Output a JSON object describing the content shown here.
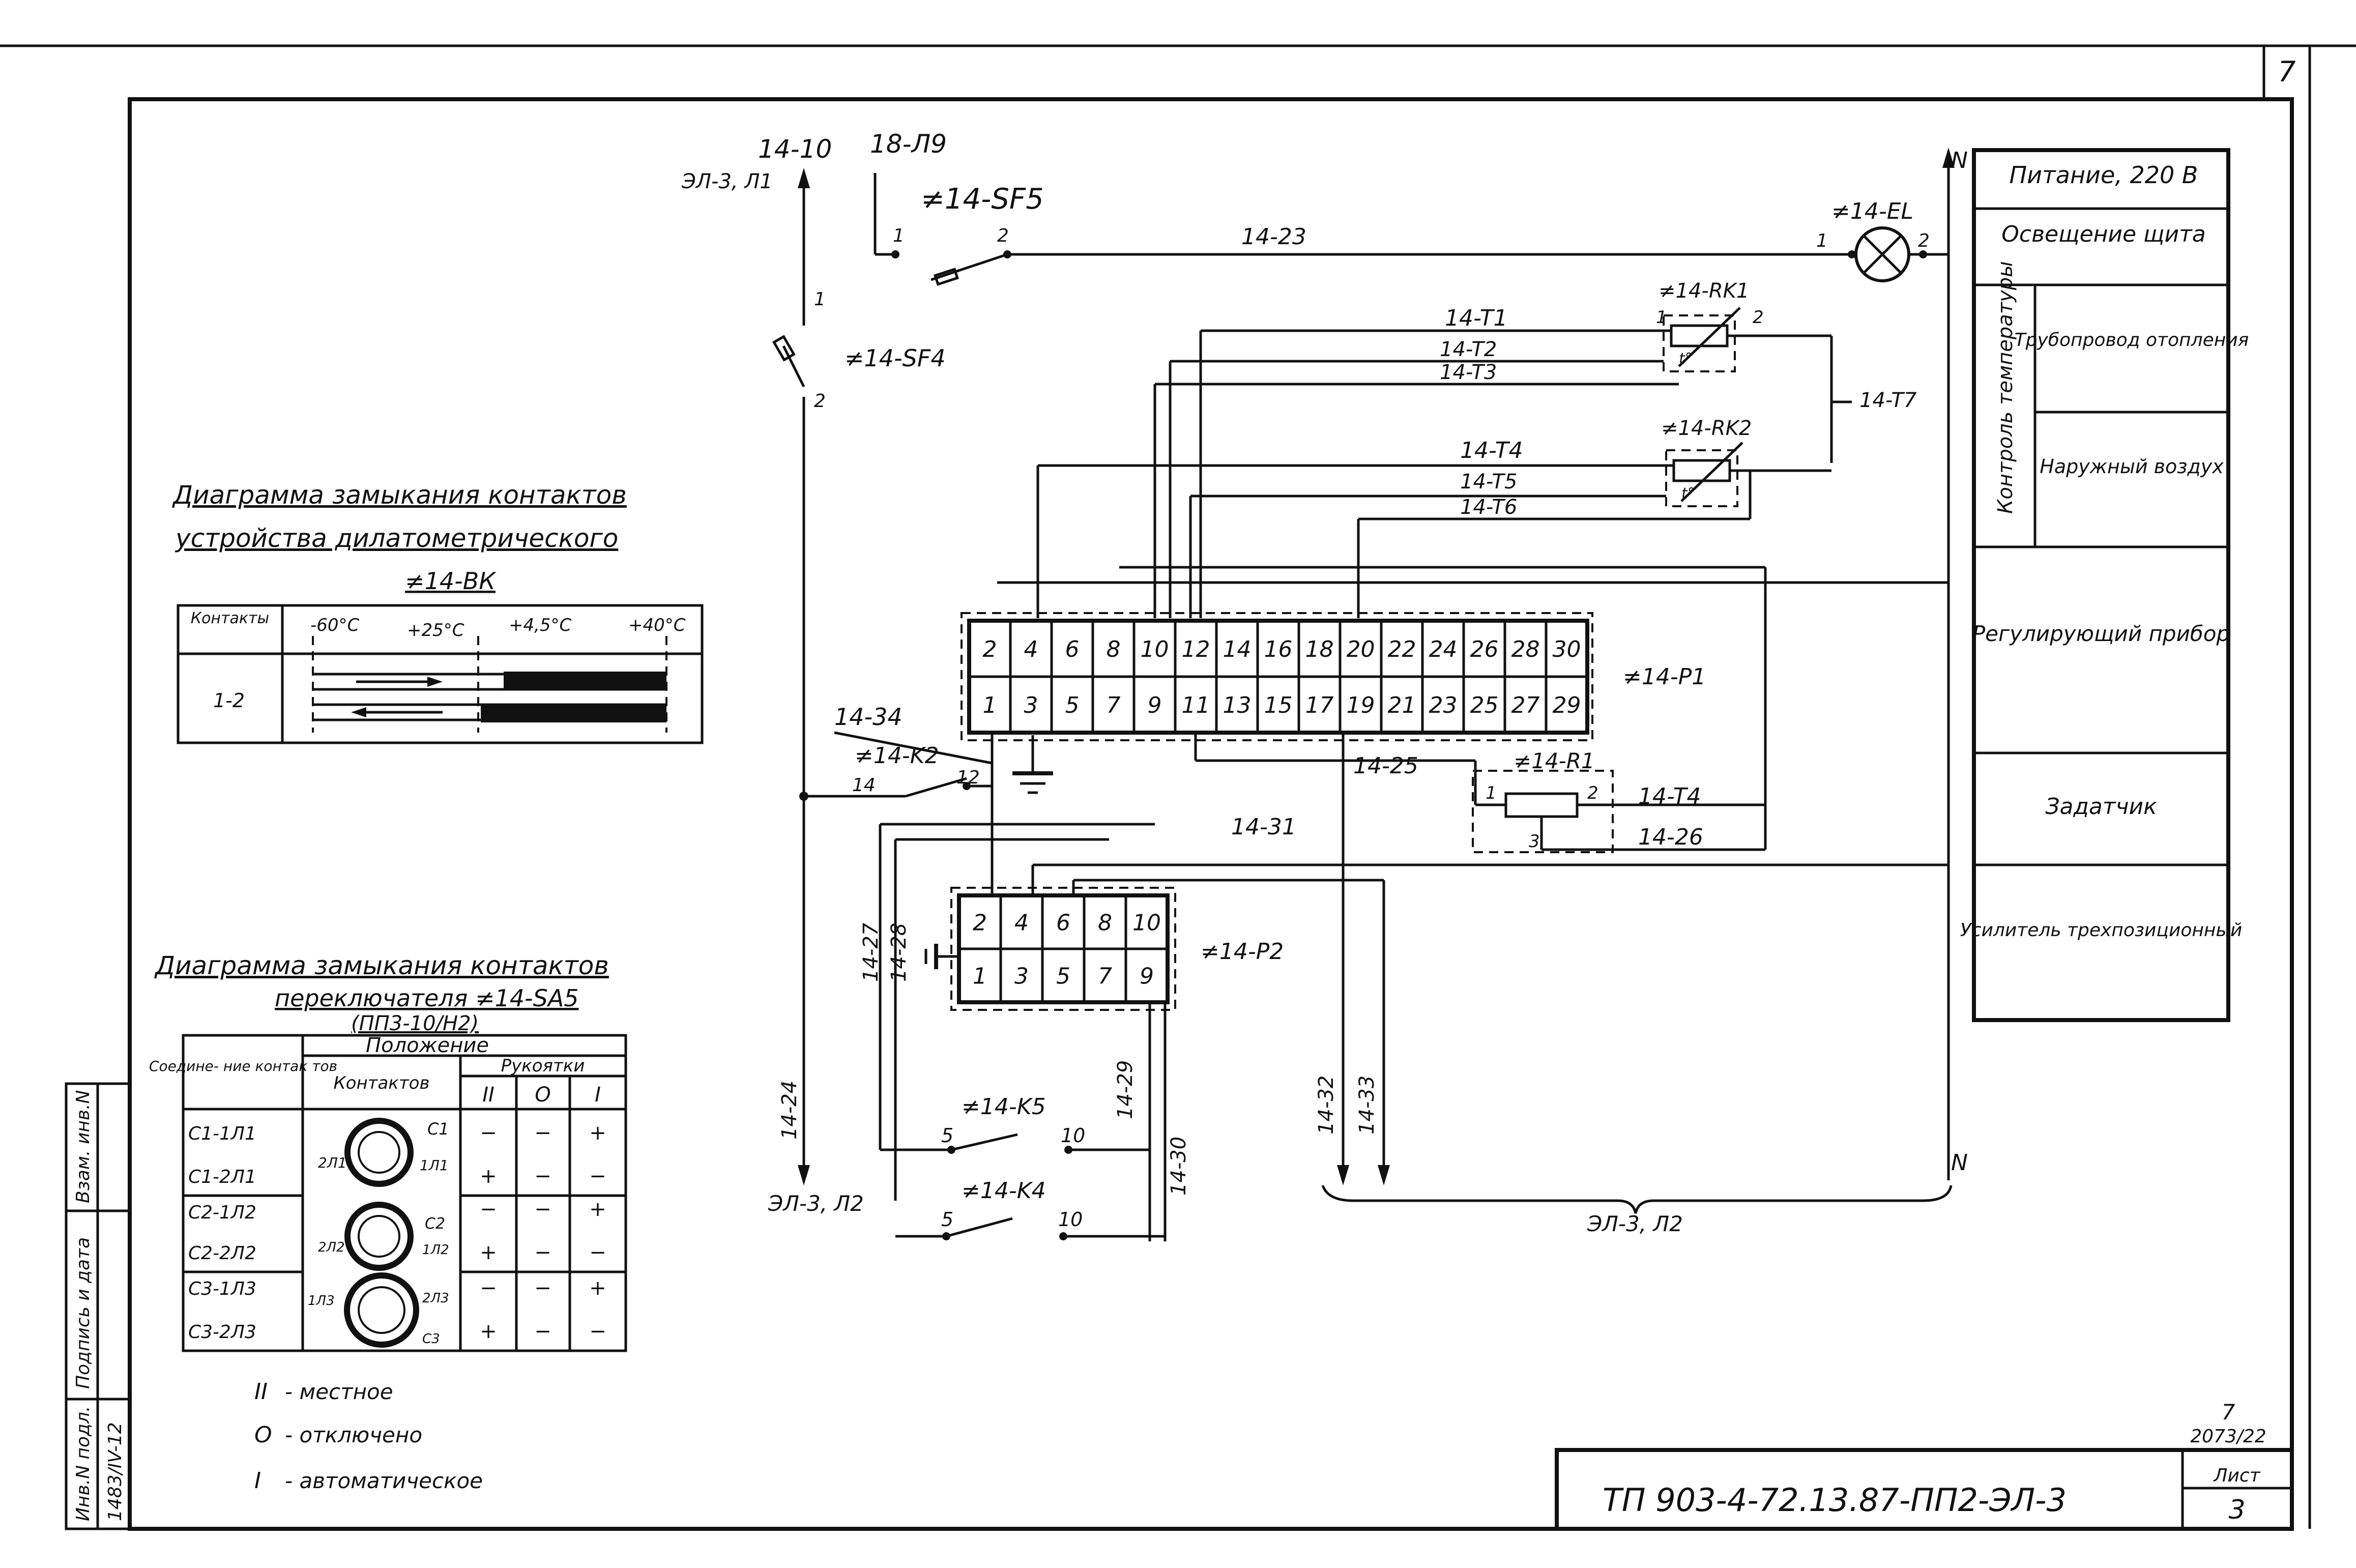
{
  "sheet": {
    "corner_number": "7",
    "sheet_label": "Лист",
    "sheet_number": "3",
    "doc_code": "ТП 903-4-72.13.87-ПП2-ЭЛ-3",
    "stamp_top": "7",
    "stamp_bottom": "2073/22"
  },
  "side_stamp": {
    "col1": "Инв.N подл.",
    "col2": "Подпись и дата",
    "col3": "Взам. инв.N",
    "inv_value": "1483/IV-12"
  },
  "legend": {
    "items": [
      {
        "label": "Питание, 220 B"
      },
      {
        "label": "Освещение щита"
      },
      {
        "group": "Контроль температуры",
        "label": "Трубопровод отопления"
      },
      {
        "group": "Контроль температуры",
        "label": "Наружный воздух"
      },
      {
        "label": "Регулирующий прибор"
      },
      {
        "label": "Задатчик"
      },
      {
        "label": "Усилитель трехпозиционный"
      }
    ]
  },
  "diagram1": {
    "title_line1": "Диаграмма замыкания контактов",
    "title_line2": "устройства дилатометрического",
    "device": "≠14-ВК",
    "col_header": "Контакты",
    "temps": [
      "-60°C",
      "+25°C",
      "+4,5°C",
      "+40°C"
    ],
    "row_label": "1-2"
  },
  "diagram2": {
    "title_line1": "Диаграмма замыкания контактов",
    "title_line2": "переключателя ≠14-SA5",
    "title_line3": "(ПП3-10/Н2)",
    "header_main": "Положение",
    "header_conn": "Соедине- ние контак тов",
    "header_contacts": "Контактов",
    "header_handles": "Рукоятки",
    "positions": [
      "II",
      "O",
      "I"
    ],
    "rows": [
      {
        "name": "C1-1Л1",
        "vals": [
          "−",
          "−",
          "+"
        ]
      },
      {
        "name": "C1-2Л1",
        "vals": [
          "+",
          "−",
          "−"
        ]
      },
      {
        "name": "C2-1Л2",
        "vals": [
          "−",
          "−",
          "+"
        ]
      },
      {
        "name": "C2-2Л2",
        "vals": [
          "+",
          "−",
          "−"
        ]
      },
      {
        "name": "C3-1Л3",
        "vals": [
          "−",
          "−",
          "+"
        ]
      },
      {
        "name": "C3-2Л3",
        "vals": [
          "+",
          "−",
          "−"
        ]
      }
    ],
    "switch_labels": [
      "C1",
      "2Л1",
      "1Л1",
      "C2",
      "2Л2",
      "1Л2",
      "1Л3",
      "2Л3",
      "C3"
    ]
  },
  "notes": [
    {
      "sym": "II",
      "text": "- местное"
    },
    {
      "sym": "O",
      "text": "- отключено"
    },
    {
      "sym": "I",
      "text": "- автоматическое"
    }
  ],
  "schematic": {
    "w1410": "14-10",
    "el3l1": "ЭЛ-3, Л1",
    "w18l9": "18-Л9",
    "sf5": "≠14-SF5",
    "sf4": "≠14-SF4",
    "el": "≠14-EL",
    "w1423": "14-23",
    "n_top": "N",
    "n_bot": "N",
    "rk1": "≠14-RK1",
    "rk2": "≠14-RK2",
    "t1": "14-T1",
    "t2": "14-T2",
    "t3": "14-T3",
    "t4": "14-T4",
    "t5": "14-T5",
    "t6": "14-T6",
    "t7": "14-T7",
    "p1": "≠14-P1",
    "p1_top": [
      "2",
      "4",
      "6",
      "8",
      "10",
      "12",
      "14",
      "16",
      "18",
      "20",
      "22",
      "24",
      "26",
      "28",
      "30"
    ],
    "p1_bot": [
      "1",
      "3",
      "5",
      "7",
      "9",
      "11",
      "13",
      "15",
      "17",
      "19",
      "21",
      "23",
      "25",
      "27",
      "29"
    ],
    "p2": "≠14-P2",
    "p2_top": [
      "2",
      "4",
      "6",
      "8",
      "10"
    ],
    "p2_bot": [
      "1",
      "3",
      "5",
      "7",
      "9"
    ],
    "w1434": "14-34",
    "k2": "≠14-K2",
    "w1425": "14-25",
    "r1": "≠14-R1",
    "t4b": "14-T4",
    "w1426": "14-26",
    "w1431": "14-31",
    "w1427": "14-27",
    "w1428": "14-28",
    "k5": "≠14-K5",
    "k4": "≠14-K4",
    "w1429": "14-29",
    "w1430": "14-30",
    "w1432": "14-32",
    "w1433": "14-33",
    "w1424": "14-24",
    "el3l2a": "ЭЛ-3, Л2",
    "el3l2b": "ЭЛ-3, Л2",
    "pin_labels": [
      "1",
      "2",
      "1",
      "2",
      "1",
      "2",
      "1",
      "2",
      "1",
      "2",
      "3",
      "14",
      "12",
      "5",
      "10",
      "5",
      "10",
      "t°",
      "t°"
    ]
  }
}
